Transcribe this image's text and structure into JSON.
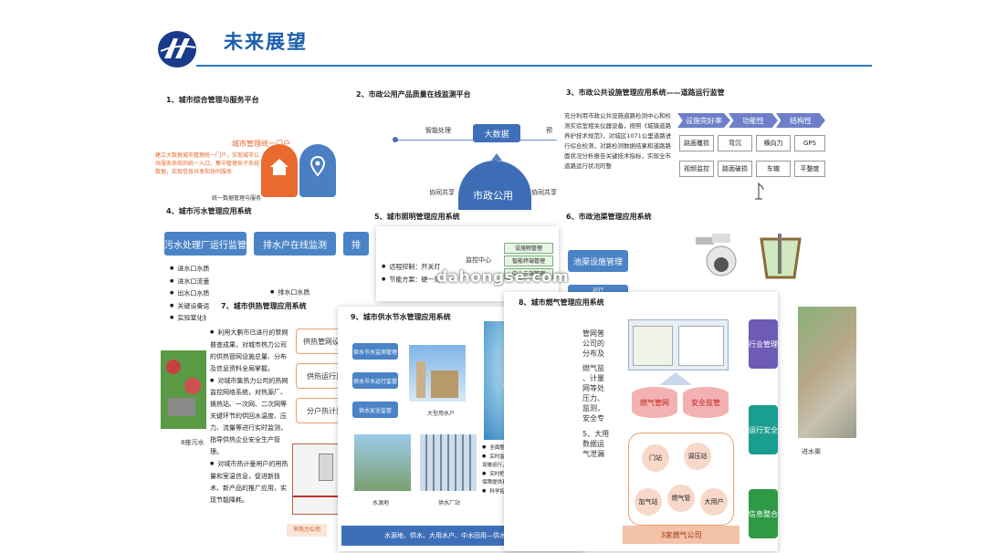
{
  "header": {
    "title": "未来展望"
  },
  "watermark": "dahongse.com",
  "sections": {
    "s1": {
      "heading": "1、城市综合管理与服务平台",
      "banner": "城市管理统一门户",
      "text": "建立大数据城市管理统一门户，实现城市公共服务系统的统一入口，集中管理各子系统数据，实现信息共享和协同服务",
      "footer": "统一数据管理与服务"
    },
    "s2": {
      "heading": "2、市政公用产品质量在线监测平台",
      "labels": {
        "smart": "智能处理",
        "bigdata": "大数据",
        "collab_left": "协同共享",
        "collab_right": "协同共享",
        "center": "市政公用",
        "partial_right": "预"
      }
    },
    "s3": {
      "heading": "3、市政公共设施管理应用系统——道路运行监管",
      "body": "充分利用市政公共设施道路检测中心和检测实验室相关仪器设备，按照《城镇道路养护技术规范》，对城区1071公里道路进行综合检测，对路检测数据结果和道路路面状况分析报告关键技术指标，实现全市道路运行状况的整",
      "chevrons": [
        "设施完好率",
        "功能性",
        "结构性"
      ],
      "grid": [
        "路面覆损",
        "弯沉",
        "横向力",
        "GPS",
        "视频监控",
        "路面破损",
        "车辙",
        "平整度"
      ]
    },
    "s4": {
      "heading": "4、城市污水管理应用系统",
      "buttons": [
        "污水处理厂运行监管",
        "排水户在线监测",
        "排"
      ],
      "bullets": [
        "进水口水质",
        "进水口流量",
        "出水口水质",
        "关键设备运",
        "实验室化验"
      ],
      "extra_bullet": "排水口水质",
      "caption": "8座污水"
    },
    "s5": {
      "heading": "5、城市照明管理应用系统",
      "bullets": [
        "远程控制：开关灯",
        "节能方案：硬一亮"
      ],
      "center_label": "监控中心",
      "tags": [
        "设施物管理",
        "智能终端管理",
        "中心云端管理"
      ]
    },
    "s6": {
      "heading": "6、市政池渠管理应用系统",
      "buttons": [
        "池渠设施管理",
        "运行"
      ]
    },
    "s7": {
      "heading": "7、城市供热管理应用系统",
      "bullets": [
        "利用大鹏市已进行的管网普查成果，对城市热力公司的供热管网设施总量、分布及信息资料全局掌握。",
        "对城市集热力公司的热网监控网络系统，对热源厂、换热站、一次网、二次网等关键环节的供回水温度、压力、流量等进行实时监测，指导供热企业安全生产管理。",
        "对城市热计量用户的用热量和室温信息，促进新技术、新产品的推广应用，实现节能降耗。"
      ],
      "boxes": [
        "供热管网设施",
        "供热运行监",
        "分户热计量"
      ],
      "footer": "市热力公司"
    },
    "s8": {
      "heading": "8、城市燃气管理应用系统",
      "partial_text": [
        "管网普",
        "公司的",
        "分布及",
        "燃气监",
        "、计量",
        "网等处",
        "压力、",
        "监测，",
        "安全专",
        "5、大用",
        "数据运",
        "气泄漏"
      ],
      "cylinders": [
        "燃气管网",
        "安全监管"
      ],
      "hub": [
        "门站",
        "调压站",
        "加气站",
        "燃气管",
        "大用户"
      ],
      "footer": "3家燃气公司",
      "pills": [
        "行业管理",
        "运行安全",
        "信息整合"
      ],
      "photo_caption": "进水渠"
    },
    "s9": {
      "heading": "9、城市供水节水管理应用系统",
      "buttons": [
        "供水节水监测管理",
        "供水节水运行监管",
        "供水安全监管"
      ],
      "captions": [
        "大型用水户",
        "水源地",
        "供水厂站"
      ],
      "bullets": [
        "全面整合管理供水节水设施。",
        "实时监测水厂、加压站、供水管网等供水设施运行，保障城市供水。",
        "实时把握水源状态，为饮用水水源区安全保障提供有力手段。",
        "科学指导供水节水行业发展工作。"
      ],
      "footer": "水源地、供水、大用水户、中水回用—供水节水监管网"
    }
  },
  "colors": {
    "title_blue": "#1a5fae",
    "btn_blue": "#4a83c6",
    "purple": "#6d5bb5",
    "teal": "#1a9e8f",
    "green": "#2f9a46"
  }
}
